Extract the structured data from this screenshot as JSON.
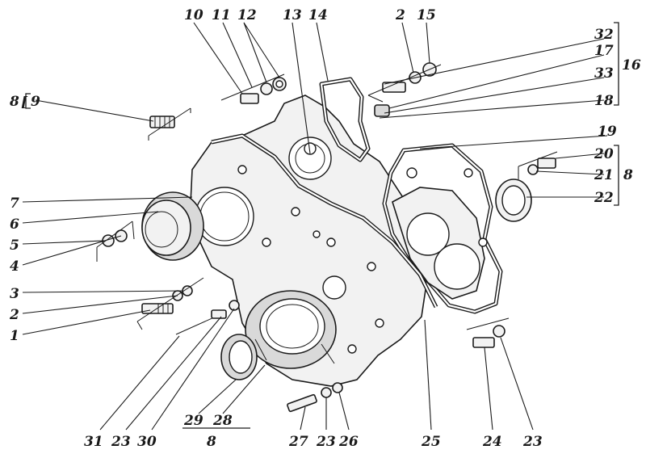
{
  "labels": {
    "l1": "1",
    "l2a": "2",
    "l3": "3",
    "l4": "4",
    "l5": "5",
    "l6": "6",
    "l7": "7",
    "l8a": "8",
    "l9": "9",
    "l10": "10",
    "l11": "11",
    "l12": "12",
    "l13": "13",
    "l14": "14",
    "l2b": "2",
    "l15": "15",
    "l32": "32",
    "l17": "17",
    "l16": "16",
    "l33": "33",
    "l18": "18",
    "l19": "19",
    "l20": "20",
    "l21": "21",
    "l8b": "8",
    "l22": "22",
    "l31": "31",
    "l23a": "23",
    "l30": "30",
    "l29": "29",
    "l28": "28",
    "l8c": "8",
    "l27": "27",
    "l23b": "23",
    "l26": "26",
    "l25": "25",
    "l24": "24",
    "l23c": "23"
  }
}
